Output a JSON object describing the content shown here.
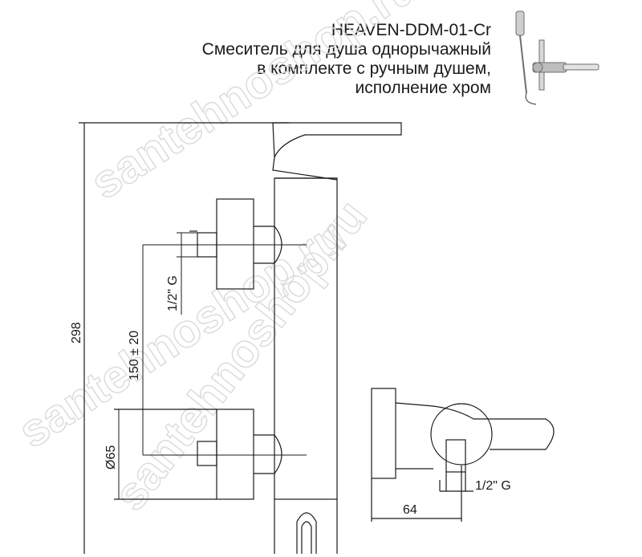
{
  "product": {
    "model": "HEAVEN-DDM-01-Cr",
    "description_lines": [
      "Смеситель для душа однорычажный",
      "в комплекте с ручным душем,",
      "исполнение хром"
    ]
  },
  "dimensions": {
    "total_height": "298",
    "inlet_spacing": "150 ± 20",
    "thread_left": "1/2\" G",
    "diameter": "Ø65",
    "depth": "64",
    "thread_right": "1/2\" G"
  },
  "watermark": "santehnoshop.ru"
}
